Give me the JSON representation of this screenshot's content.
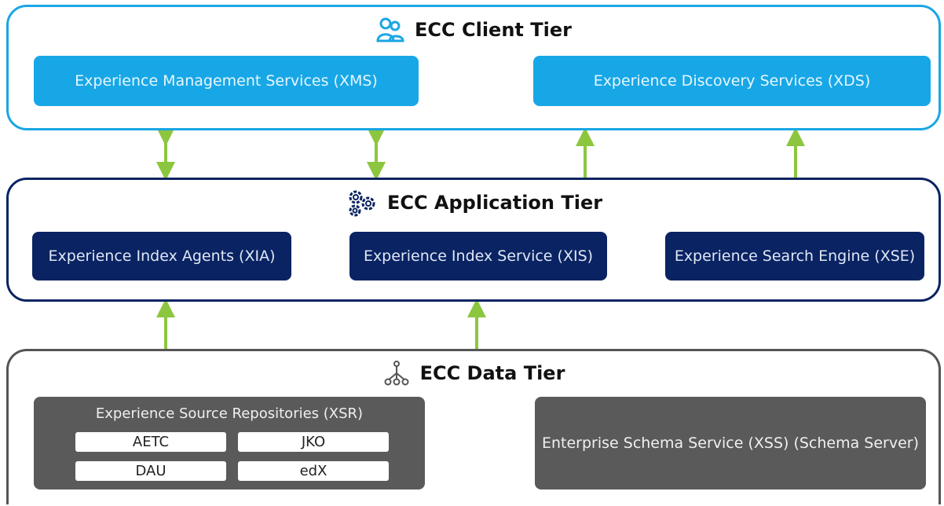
{
  "client_tier": {
    "title": "ECC Client Tier",
    "icon": "users-icon",
    "services": {
      "xms": "Experience Management Services (XMS)",
      "xds": "Experience Discovery Services (XDS)"
    }
  },
  "application_tier": {
    "title": "ECC Application Tier",
    "icon": "gears-icon",
    "components": {
      "xia": "Experience Index Agents (XIA)",
      "xis": "Experience Index Service (XIS)",
      "xse": "Experience Search Engine (XSE)"
    }
  },
  "data_tier": {
    "title": "ECC Data Tier",
    "icon": "network-icon",
    "xsr": {
      "title": "Experience Source  Repositories (XSR)",
      "repos": [
        "AETC",
        "JKO",
        "DAU",
        "edX"
      ]
    },
    "xss": "Enterprise Schema Service (XSS) (Schema Server)"
  },
  "colors": {
    "client_blue": "#18a7e6",
    "app_navy": "#0a2362",
    "data_grey": "#5a5a5a",
    "arrow_green": "#8cc63f"
  }
}
